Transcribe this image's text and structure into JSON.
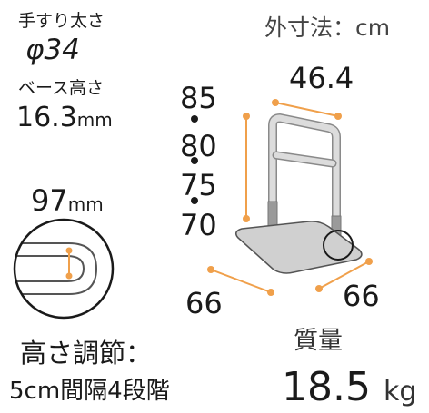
{
  "labels": {
    "handrail_thickness": "手すり太さ",
    "handrail_diameter": "φ34",
    "base_height": "ベース高さ",
    "base_height_value": "16.3",
    "base_height_unit": "mm",
    "dimension_unit": "外寸法：cm",
    "base_width_value": "97",
    "base_width_unit": "mm",
    "width_top": "46.4",
    "heights": [
      "85",
      "80",
      "75",
      "70"
    ],
    "depth_left": "66",
    "depth_right": "66",
    "adjust_title": "高さ調節：",
    "adjust_detail": "5cm間隔4段階",
    "weight_label": "質量",
    "weight_value": "18.5",
    "weight_unit": "kg"
  },
  "colors": {
    "accent_orange": "#f0a04b",
    "rail_gray": "#d9d9d9",
    "base_gray": "#d0d0d0",
    "text": "#1a1a1a"
  }
}
